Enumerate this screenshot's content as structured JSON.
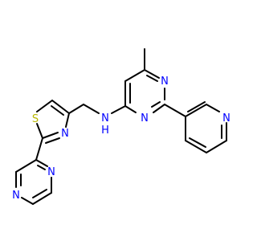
{
  "molecule": {
    "colors": {
      "bond": "#000000",
      "nitrogen": "#0000ff",
      "sulfur": "#b8b800",
      "background": "#ffffff"
    },
    "atom_labels": {
      "n_pyrimidine_top": "N",
      "n_pyrimidine_bottom": "N",
      "n_pyridine": "N",
      "n_amine": "N",
      "h_amine": "H",
      "s_thiazole": "S",
      "n_thiazole": "N",
      "n_pyrazine_top": "N",
      "n_pyrazine_bottom": "N"
    }
  }
}
